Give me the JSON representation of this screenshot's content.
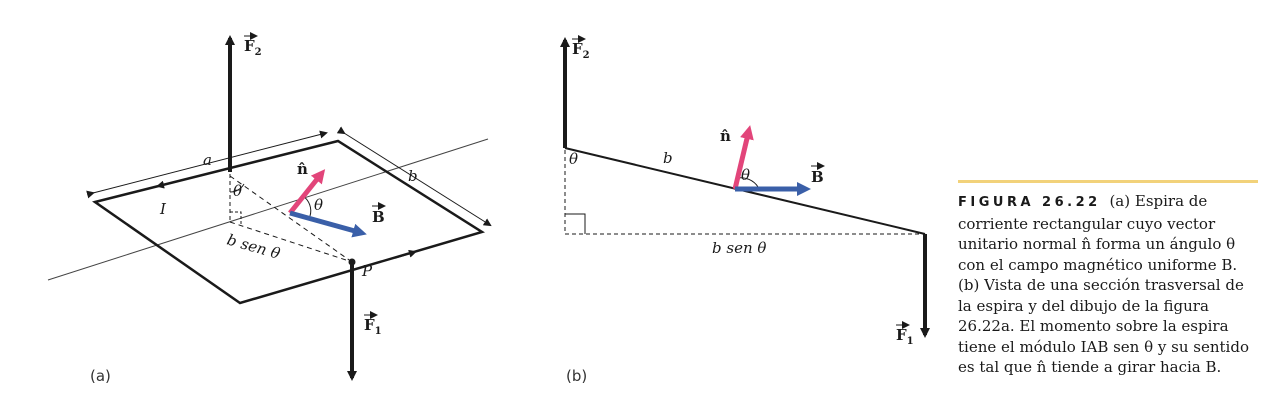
{
  "diagram": {
    "panel_a": {
      "tag": "(a)",
      "F2": "F",
      "F2_sub": "2",
      "F1": "F",
      "F1_sub": "1",
      "n": "n̂",
      "B": "B",
      "theta_n": "θ",
      "theta_v": "θ",
      "a": "a",
      "b": "b",
      "I": "I",
      "b_sen": "b sen",
      "b_sen_theta": "θ",
      "P": "P"
    },
    "panel_b": {
      "tag": "(b)",
      "F2": "F",
      "F2_sub": "2",
      "F1": "F",
      "F1_sub": "1",
      "n": "n̂",
      "B": "B",
      "theta_top": "θ",
      "theta_n": "θ",
      "b": "b",
      "b_sen_theta": "b sen θ"
    },
    "colors": {
      "n_vector": "#e2457a",
      "B_vector": "#3a5fa8",
      "caption_rule": "#f2d27a"
    }
  },
  "caption": {
    "heading": "FIGURA 26.22",
    "text": "(a) Espira de corriente rectangular cuyo vector unitario normal n̂ forma un ángulo θ con el campo magnético uniforme B. (b) Vista de una sección trasversal de la espira y del dibujo de la figura 26.22a. El momento sobre la espira tiene el módulo IAB sen θ y su sentido es tal que n̂ tiende a girar hacia B."
  }
}
